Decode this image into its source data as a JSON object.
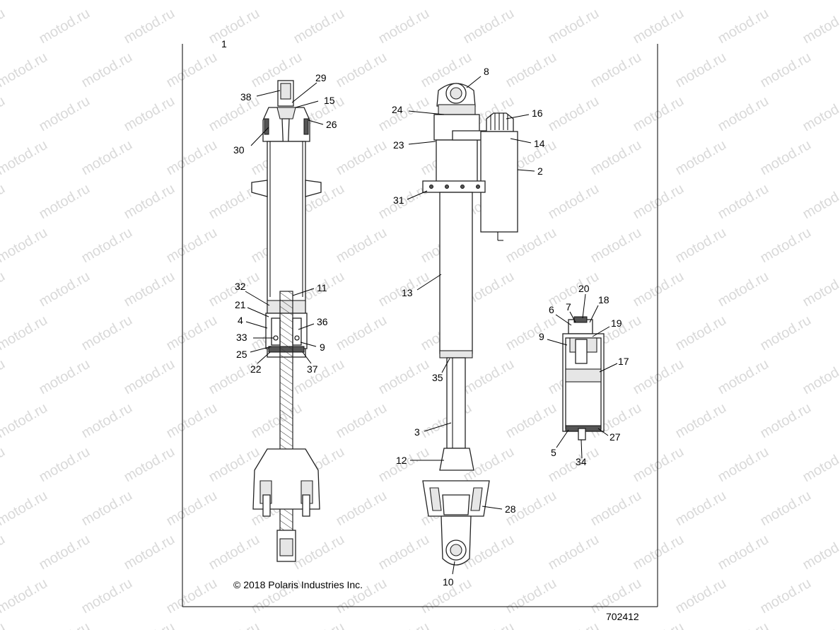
{
  "watermark_text": "motod.ru",
  "figure_number": "1",
  "copyright": "© 2018 Polaris Industries Inc.",
  "drawing_id": "702412",
  "callouts": {
    "c1": "29",
    "c2": "38",
    "c3": "15",
    "c4": "26",
    "c5": "30",
    "c6": "32",
    "c7": "11",
    "c8": "21",
    "c9": "4",
    "c10": "36",
    "c11": "33",
    "c12": "9",
    "c13": "25",
    "c14": "22",
    "c15": "37",
    "c16": "8",
    "c17": "24",
    "c18": "16",
    "c19": "23",
    "c20": "14",
    "c21": "2",
    "c22": "31",
    "c23": "13",
    "c24": "35",
    "c25": "3",
    "c26": "12",
    "c27": "28",
    "c28": "10",
    "c29": "20",
    "c30": "6",
    "c31": "7",
    "c32": "18",
    "c33": "19",
    "c34": "9",
    "c35": "17",
    "c36": "5",
    "c37": "34",
    "c38": "27"
  }
}
